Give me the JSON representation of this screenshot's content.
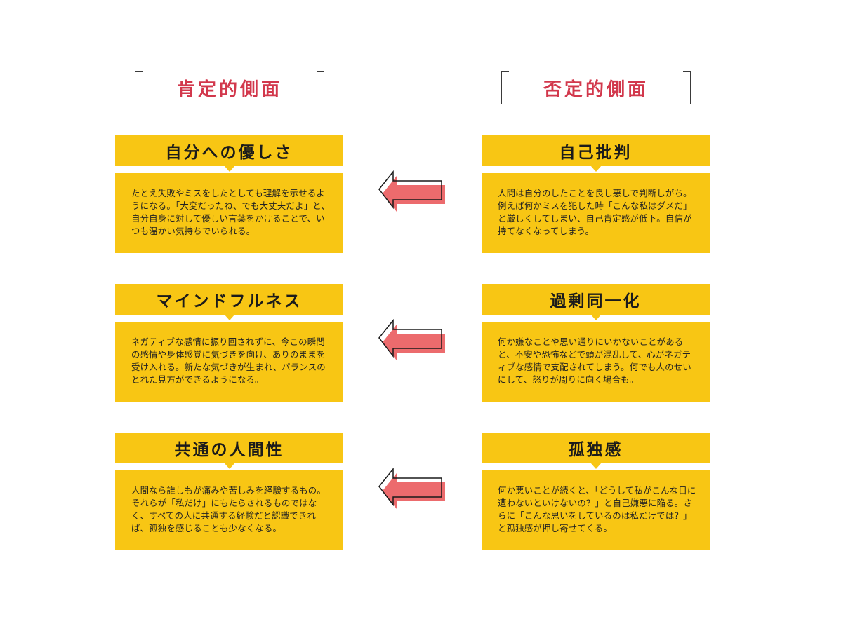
{
  "columns": {
    "positive": "肯定的側面",
    "negative": "否定的側面"
  },
  "rows": [
    {
      "positive": {
        "title": "自分への優しさ",
        "body": "たとえ失敗やミスをしたとしても理解を示せるようになる。「大変だったね、でも大丈夫だよ」と、自分自身に対して優しい言葉をかけることで、いつも温かい気持ちでいられる。"
      },
      "negative": {
        "title": "自己批判",
        "body": "人間は自分のしたことを良し悪しで判断しがち。例えば何かミスを犯した時「こんな私はダメだ」と厳しくしてしまい、自己肯定感が低下。自信が持てなくなってしまう。"
      }
    },
    {
      "positive": {
        "title": "マインドフルネス",
        "body": "ネガティブな感情に振り回されずに、今この瞬間の感情や身体感覚に気づきを向け、ありのままを受け入れる。新たな気づきが生まれ、バランスのとれた見方ができるようになる。"
      },
      "negative": {
        "title": "過剰同一化",
        "body": "何か嫌なことや思い通りにいかないことがあると、不安や恐怖などで頭が混乱して、心がネガティブな感情で支配されてしまう。何でも人のせいにして、怒りが周りに向く場合も。"
      }
    },
    {
      "positive": {
        "title": "共通の人間性",
        "body": "人間なら誰しもが痛みや苦しみを経験するもの。それらが「私だけ」にもたらされるものではなく、すべての人に共通する経験だと認識できれば、孤独を感じることも少なくなる。"
      },
      "negative": {
        "title": "孤独感",
        "body": "何か悪いことが続くと、「どうして私がこんな目に遭わないといけないの？」と自己嫌悪に陥る。さらに「こんな思いをしているのは私だけでは？」と孤独感が押し寄せてくる。"
      }
    }
  ],
  "colors": {
    "card": "#f8c614",
    "header_text": "#d2384c",
    "arrow_fill": "#ec6b6d",
    "arrow_outline": "#1a1a1a"
  }
}
